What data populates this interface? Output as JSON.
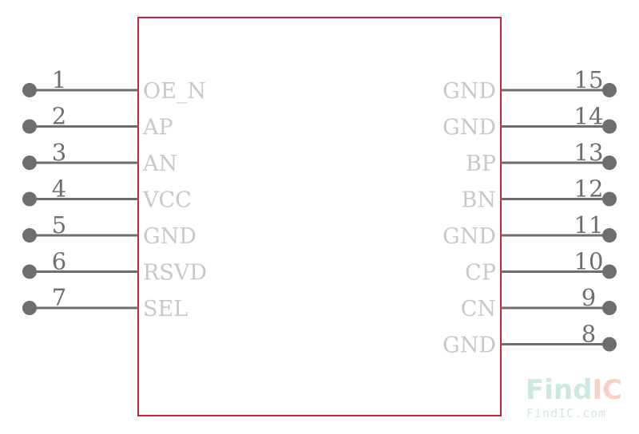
{
  "component": {
    "left_pins": [
      {
        "number": "1",
        "name": "OE_N"
      },
      {
        "number": "2",
        "name": "AP"
      },
      {
        "number": "3",
        "name": "AN"
      },
      {
        "number": "4",
        "name": "VCC"
      },
      {
        "number": "5",
        "name": "GND"
      },
      {
        "number": "6",
        "name": "RSVD"
      },
      {
        "number": "7",
        "name": "SEL"
      }
    ],
    "right_pins": [
      {
        "number": "15",
        "name": "GND"
      },
      {
        "number": "14",
        "name": "GND"
      },
      {
        "number": "13",
        "name": "BP"
      },
      {
        "number": "12",
        "name": "BN"
      },
      {
        "number": "11",
        "name": "GND"
      },
      {
        "number": "10",
        "name": "CP"
      },
      {
        "number": "9",
        "name": "CN"
      },
      {
        "number": "8",
        "name": "GND"
      }
    ]
  },
  "watermark": {
    "logo_part1": "Find",
    "logo_part2": "IC",
    "url": "FindIC.com",
    "color_part1": "#cde8df",
    "color_part2": "#f6d2c6"
  },
  "colors": {
    "body_outline": "#c0243c",
    "pin": "#6e6e6e",
    "pin_label": "#c8c8c8"
  }
}
